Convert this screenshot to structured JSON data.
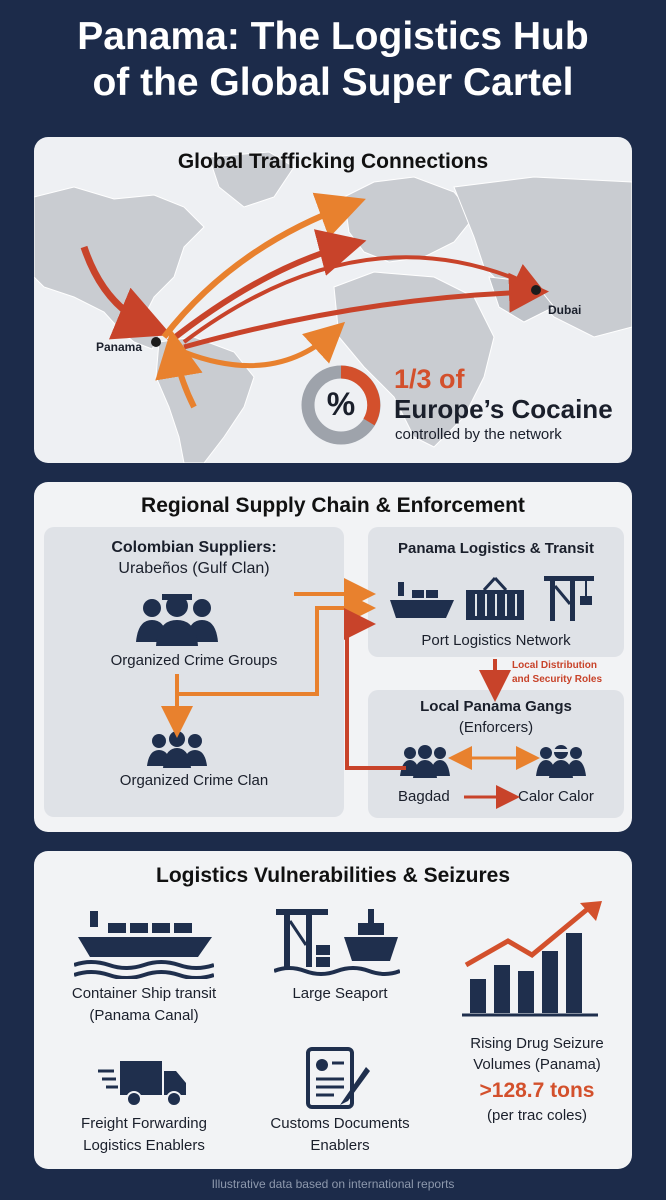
{
  "header": {
    "title_line1": "Panama: The Logistics Hub",
    "title_line2": "of the Global Super Cartel"
  },
  "section1": {
    "title": "Global Trafficking Connections",
    "label_panama": "Panama",
    "label_dubai": "Dubai",
    "stat_icon": "%",
    "stat_value": "1/3 of",
    "stat_subject": "Europe’s Cocaine",
    "stat_caption": "controlled by the network"
  },
  "section2": {
    "title": "Regional Supply Chain & Enforcement",
    "suppliers_title": "Colombian Suppliers:",
    "suppliers_subtitle": "Urabeños (Gulf Clan)",
    "group1_label": "Organized Crime Groups",
    "group2_label": "Organized Crime Clan",
    "transit_title": "Panama Logistics & Transit",
    "transit_label": "Port Logistics Network",
    "distribution_note_1": "Local Distribution",
    "distribution_note_2": "and Security Roles",
    "gangs_title": "Local Panama Gangs",
    "gangs_subtitle": "(Enforcers)",
    "gang1": "Bagdad",
    "gang2": "Calor Calor"
  },
  "section3": {
    "title": "Logistics Vulnerabilities & Seizures",
    "item1_line1": "Container Ship transit",
    "item1_line2": "(Panama Canal)",
    "item2": "Large Seaport",
    "item3_line1": "Freight Forwarding",
    "item3_line2": "Logistics Enablers",
    "item4_line1": "Customs Documents",
    "item4_line2": "Enablers",
    "trend_line1": "Rising Drug Seizure",
    "trend_line2": "Volumes (Panama)",
    "trend_value": ">128.7 tons",
    "trend_unit": "(per trac coles)"
  },
  "footer": {
    "note": "Illustrative data based on international reports"
  },
  "colors": {
    "background": "#1c2b4a",
    "navy": "#1f2f4d",
    "orange": "#e8812e",
    "red": "#c8432a",
    "panel": "#f2f3f5"
  },
  "icons": [
    "percent-icon",
    "people-icon",
    "cargo-ship-icon",
    "container-icon",
    "crane-icon",
    "truck-icon",
    "document-icon",
    "seaport-icon",
    "growth-chart-icon"
  ]
}
